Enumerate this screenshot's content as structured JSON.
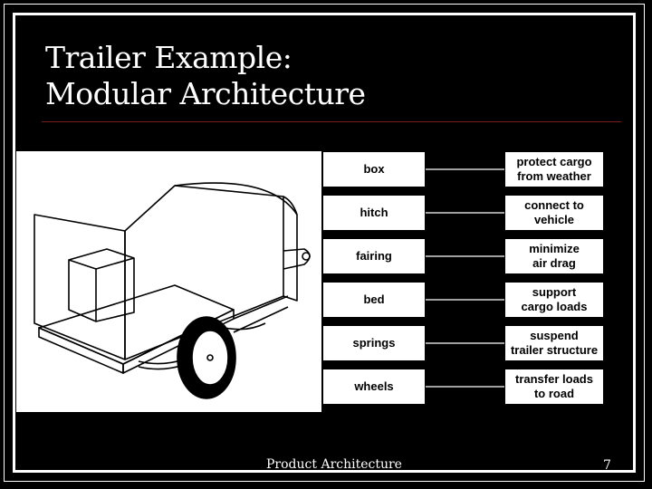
{
  "slide": {
    "title": "Trailer Example:\nModular Architecture",
    "footer": "Product Architecture",
    "page_number": "7"
  },
  "components": [
    "box",
    "hitch",
    "fairing",
    "bed",
    "springs",
    "wheels"
  ],
  "functions": [
    "protect cargo\nfrom weather",
    "connect to\nvehicle",
    "minimize\nair drag",
    "support\ncargo loads",
    "suspend\ntrailer structure",
    "transfer loads\nto road"
  ],
  "links": [
    [
      0,
      0
    ],
    [
      1,
      1
    ],
    [
      2,
      2
    ],
    [
      3,
      3
    ],
    [
      4,
      4
    ],
    [
      5,
      5
    ]
  ]
}
